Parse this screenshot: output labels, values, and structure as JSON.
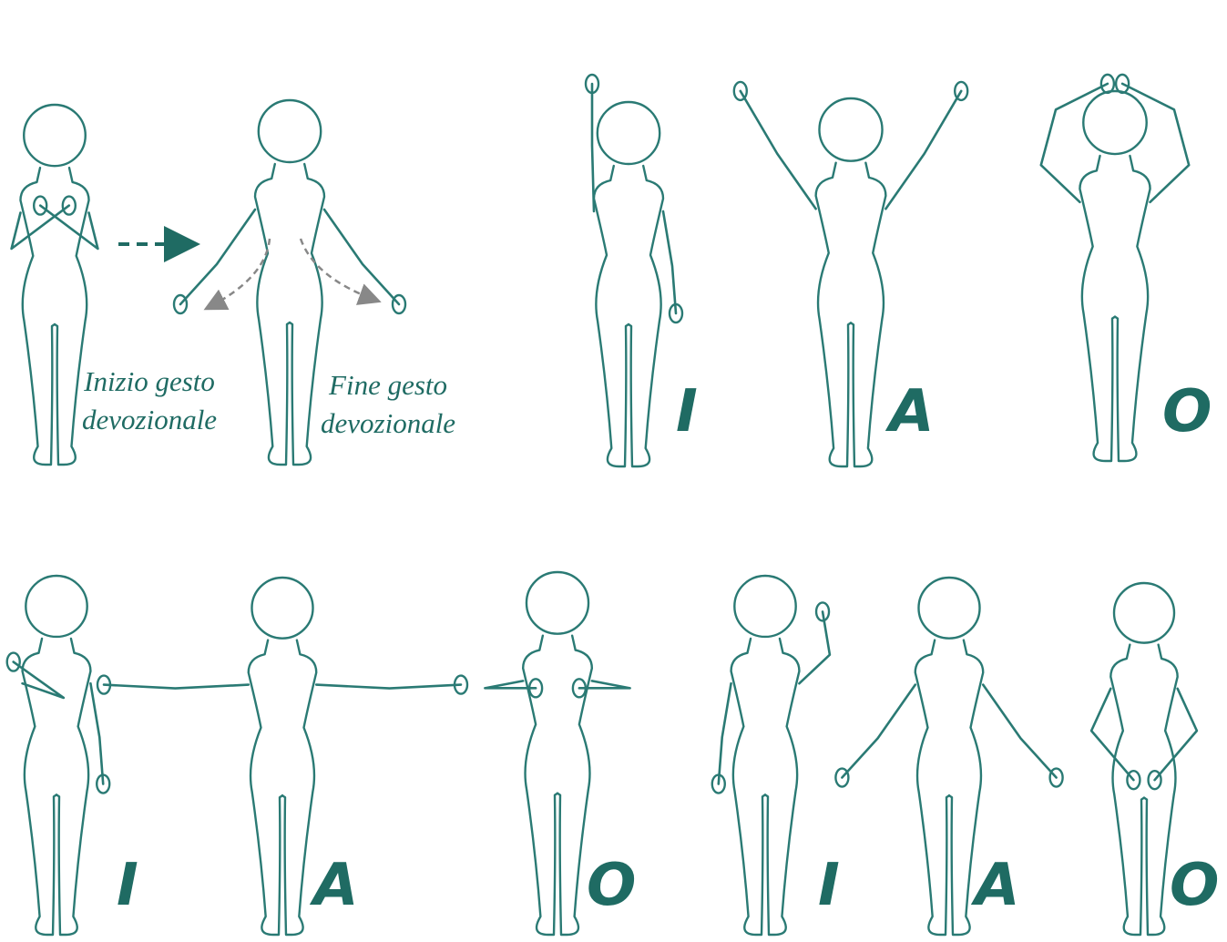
{
  "colors": {
    "figure": "#2a7a74",
    "text": "#1f6b63",
    "arrow_dark": "#1f6b63",
    "arrow_gray": "#888888"
  },
  "captions": {
    "start": {
      "line1": "Inizio gesto",
      "line2": "devozionale"
    },
    "end": {
      "line1": "Fine gesto",
      "line2": "devozionale"
    }
  },
  "sequences": [
    {
      "pose_set": "top-raised-arms",
      "letters": [
        "I",
        "A",
        "O"
      ]
    },
    {
      "pose_set": "bottom-left-horizontal",
      "letters": [
        "I",
        "A",
        "O"
      ]
    },
    {
      "pose_set": "bottom-right-lowered",
      "letters": [
        "I",
        "A",
        "O"
      ]
    }
  ]
}
